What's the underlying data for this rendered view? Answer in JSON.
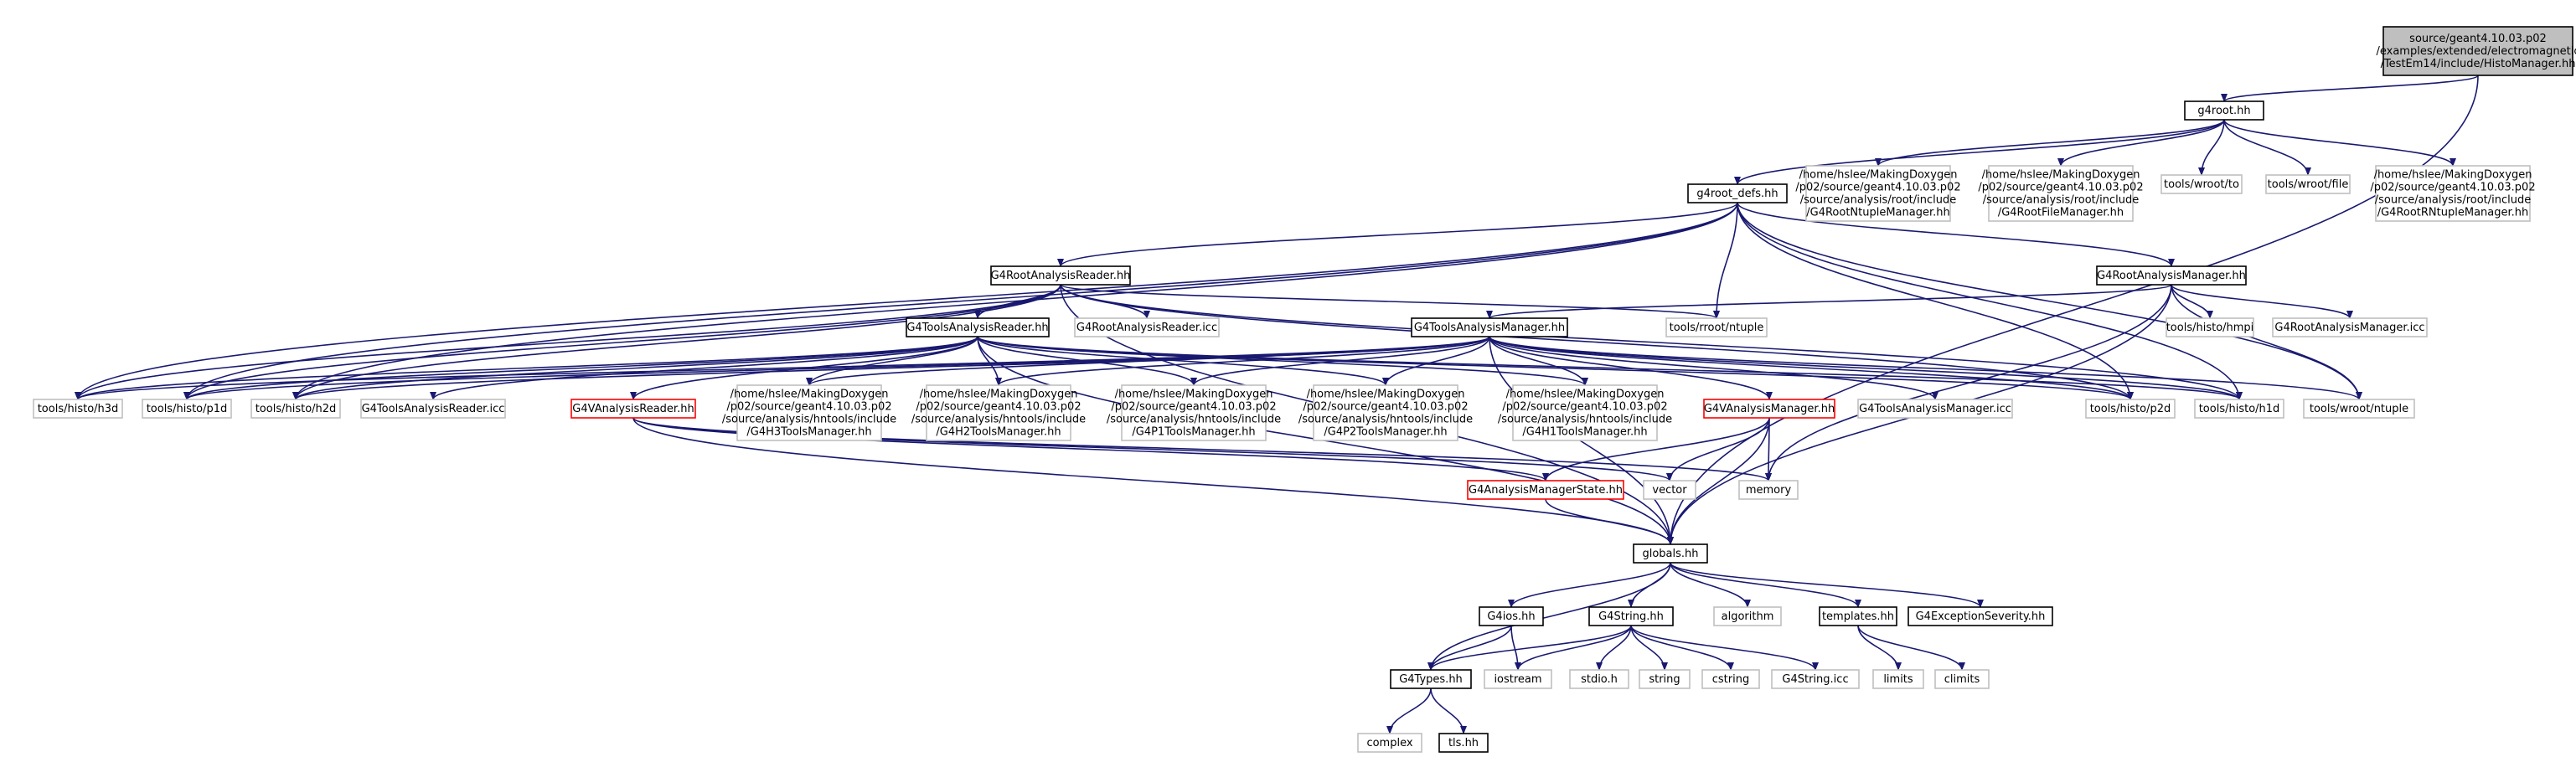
{
  "colors": {
    "edge": "#191970",
    "root_fill": "#bfbfbf",
    "documented_border": "#000000",
    "external_border": "#bfbfbf",
    "has_children_border": "#ff0000"
  },
  "nodes": [
    {
      "id": "root",
      "style": "root",
      "lines": [
        "source/geant4.10.03.p02",
        "/examples/extended/electromagnetic",
        "/TestEm14/include/HistoManager.hh"
      ]
    },
    {
      "id": "g4root",
      "style": "solid",
      "lines": [
        "g4root.hh"
      ]
    },
    {
      "id": "g4root_defs",
      "style": "solid",
      "lines": [
        "g4root_defs.hh"
      ]
    },
    {
      "id": "root_ntuple_mgr",
      "style": "gray",
      "lines": [
        "/home/hslee/MakingDoxygen",
        "/p02/source/geant4.10.03.p02",
        "/source/analysis/root/include",
        "/G4RootNtupleManager.hh"
      ]
    },
    {
      "id": "root_file_mgr",
      "style": "gray",
      "lines": [
        "/home/hslee/MakingDoxygen",
        "/p02/source/geant4.10.03.p02",
        "/source/analysis/root/include",
        "/G4RootFileManager.hh"
      ]
    },
    {
      "id": "wroot_to",
      "style": "gray",
      "lines": [
        "tools/wroot/to"
      ]
    },
    {
      "id": "wroot_file",
      "style": "gray",
      "lines": [
        "tools/wroot/file"
      ]
    },
    {
      "id": "root_rntuple_mgr",
      "style": "gray",
      "lines": [
        "/home/hslee/MakingDoxygen",
        "/p02/source/geant4.10.03.p02",
        "/source/analysis/root/include",
        "/G4RootRNtupleManager.hh"
      ]
    },
    {
      "id": "root_reader",
      "style": "solid",
      "lines": [
        "G4RootAnalysisReader.hh"
      ]
    },
    {
      "id": "root_manager",
      "style": "solid",
      "lines": [
        "G4RootAnalysisManager.hh"
      ]
    },
    {
      "id": "root_reader_icc",
      "style": "gray",
      "lines": [
        "G4RootAnalysisReader.icc"
      ]
    },
    {
      "id": "troot_ntuple",
      "style": "gray",
      "lines": [
        "tools/rroot/ntuple"
      ]
    },
    {
      "id": "histo_hmpi",
      "style": "gray",
      "lines": [
        "tools/histo/hmpi"
      ]
    },
    {
      "id": "root_manager_icc",
      "style": "gray",
      "lines": [
        "G4RootAnalysisManager.icc"
      ]
    },
    {
      "id": "tools_reader",
      "style": "solid",
      "lines": [
        "G4ToolsAnalysisReader.hh"
      ]
    },
    {
      "id": "tools_manager",
      "style": "solid",
      "lines": [
        "G4ToolsAnalysisManager.hh"
      ]
    },
    {
      "id": "h3d",
      "style": "gray",
      "lines": [
        "tools/histo/h3d"
      ]
    },
    {
      "id": "p1d",
      "style": "gray",
      "lines": [
        "tools/histo/p1d"
      ]
    },
    {
      "id": "h2d",
      "style": "gray",
      "lines": [
        "tools/histo/h2d"
      ]
    },
    {
      "id": "tools_reader_icc",
      "style": "gray",
      "lines": [
        "G4ToolsAnalysisReader.icc"
      ]
    },
    {
      "id": "v_reader",
      "style": "red",
      "lines": [
        "G4VAnalysisReader.hh"
      ]
    },
    {
      "id": "h3_mgr",
      "style": "gray",
      "lines": [
        "/home/hslee/MakingDoxygen",
        "/p02/source/geant4.10.03.p02",
        "/source/analysis/hntools/include",
        "/G4H3ToolsManager.hh"
      ]
    },
    {
      "id": "h2_mgr",
      "style": "gray",
      "lines": [
        "/home/hslee/MakingDoxygen",
        "/p02/source/geant4.10.03.p02",
        "/source/analysis/hntools/include",
        "/G4H2ToolsManager.hh"
      ]
    },
    {
      "id": "p1_mgr",
      "style": "gray",
      "lines": [
        "/home/hslee/MakingDoxygen",
        "/p02/source/geant4.10.03.p02",
        "/source/analysis/hntools/include",
        "/G4P1ToolsManager.hh"
      ]
    },
    {
      "id": "p2_mgr",
      "style": "gray",
      "lines": [
        "/home/hslee/MakingDoxygen",
        "/p02/source/geant4.10.03.p02",
        "/source/analysis/hntools/include",
        "/G4P2ToolsManager.hh"
      ]
    },
    {
      "id": "h1_mgr",
      "style": "gray",
      "lines": [
        "/home/hslee/MakingDoxygen",
        "/p02/source/geant4.10.03.p02",
        "/source/analysis/hntools/include",
        "/G4H1ToolsManager.hh"
      ]
    },
    {
      "id": "v_manager",
      "style": "red",
      "lines": [
        "G4VAnalysisManager.hh"
      ]
    },
    {
      "id": "tools_manager_icc",
      "style": "gray",
      "lines": [
        "G4ToolsAnalysisManager.icc"
      ]
    },
    {
      "id": "p2d",
      "style": "gray",
      "lines": [
        "tools/histo/p2d"
      ]
    },
    {
      "id": "h1d",
      "style": "gray",
      "lines": [
        "tools/histo/h1d"
      ]
    },
    {
      "id": "wroot_ntuple",
      "style": "gray",
      "lines": [
        "tools/wroot/ntuple"
      ]
    },
    {
      "id": "vector",
      "style": "gray",
      "lines": [
        "vector"
      ]
    },
    {
      "id": "memory",
      "style": "gray",
      "lines": [
        "memory"
      ]
    },
    {
      "id": "mgr_state",
      "style": "red",
      "lines": [
        "G4AnalysisManagerState.hh"
      ]
    },
    {
      "id": "globals",
      "style": "solid",
      "lines": [
        "globals.hh"
      ]
    },
    {
      "id": "g4ios",
      "style": "solid",
      "lines": [
        "G4ios.hh"
      ]
    },
    {
      "id": "g4string",
      "style": "solid",
      "lines": [
        "G4String.hh"
      ]
    },
    {
      "id": "algorithm",
      "style": "gray",
      "lines": [
        "algorithm"
      ]
    },
    {
      "id": "templates",
      "style": "solid",
      "lines": [
        "templates.hh"
      ]
    },
    {
      "id": "exc_sev",
      "style": "solid",
      "lines": [
        "G4ExceptionSeverity.hh"
      ]
    },
    {
      "id": "g4types",
      "style": "solid",
      "lines": [
        "G4Types.hh"
      ]
    },
    {
      "id": "iostream",
      "style": "gray",
      "lines": [
        "iostream"
      ]
    },
    {
      "id": "stdio",
      "style": "gray",
      "lines": [
        "stdio.h"
      ]
    },
    {
      "id": "string",
      "style": "gray",
      "lines": [
        "string"
      ]
    },
    {
      "id": "cstring",
      "style": "gray",
      "lines": [
        "cstring"
      ]
    },
    {
      "id": "g4string_icc",
      "style": "gray",
      "lines": [
        "G4String.icc"
      ]
    },
    {
      "id": "limits",
      "style": "gray",
      "lines": [
        "limits"
      ]
    },
    {
      "id": "climits",
      "style": "gray",
      "lines": [
        "climits"
      ]
    },
    {
      "id": "complex",
      "style": "gray",
      "lines": [
        "complex"
      ]
    },
    {
      "id": "tls",
      "style": "solid",
      "lines": [
        "tls.hh"
      ]
    }
  ],
  "edges": [
    [
      "root",
      "g4root"
    ],
    [
      "root",
      "globals"
    ],
    [
      "g4root",
      "g4root_defs"
    ],
    [
      "g4root",
      "root_ntuple_mgr"
    ],
    [
      "g4root",
      "root_file_mgr"
    ],
    [
      "g4root",
      "wroot_to"
    ],
    [
      "g4root",
      "wroot_file"
    ],
    [
      "g4root",
      "root_rntuple_mgr"
    ],
    [
      "g4root_defs",
      "root_reader"
    ],
    [
      "g4root_defs",
      "root_manager"
    ],
    [
      "g4root_defs",
      "troot_ntuple"
    ],
    [
      "g4root_defs",
      "h3d"
    ],
    [
      "g4root_defs",
      "p1d"
    ],
    [
      "g4root_defs",
      "h2d"
    ],
    [
      "g4root_defs",
      "p2d"
    ],
    [
      "g4root_defs",
      "h1d"
    ],
    [
      "g4root_defs",
      "wroot_ntuple"
    ],
    [
      "root_reader",
      "tools_reader"
    ],
    [
      "root_reader",
      "root_reader_icc"
    ],
    [
      "root_reader",
      "troot_ntuple"
    ],
    [
      "root_reader",
      "h3d"
    ],
    [
      "root_reader",
      "p1d"
    ],
    [
      "root_reader",
      "h2d"
    ],
    [
      "root_reader",
      "p2d"
    ],
    [
      "root_reader",
      "h1d"
    ],
    [
      "root_reader",
      "globals"
    ],
    [
      "root_manager",
      "tools_manager"
    ],
    [
      "root_manager",
      "histo_hmpi"
    ],
    [
      "root_manager",
      "root_manager_icc"
    ],
    [
      "root_manager",
      "wroot_ntuple"
    ],
    [
      "root_manager",
      "memory"
    ],
    [
      "root_manager",
      "globals"
    ],
    [
      "tools_reader",
      "v_reader"
    ],
    [
      "tools_reader",
      "h3_mgr"
    ],
    [
      "tools_reader",
      "h2_mgr"
    ],
    [
      "tools_reader",
      "p1_mgr"
    ],
    [
      "tools_reader",
      "p2_mgr"
    ],
    [
      "tools_reader",
      "h1_mgr"
    ],
    [
      "tools_reader",
      "tools_reader_icc"
    ],
    [
      "tools_reader",
      "h3d"
    ],
    [
      "tools_reader",
      "p1d"
    ],
    [
      "tools_reader",
      "h2d"
    ],
    [
      "tools_reader",
      "p2d"
    ],
    [
      "tools_reader",
      "h1d"
    ],
    [
      "tools_reader",
      "globals"
    ],
    [
      "tools_manager",
      "v_manager"
    ],
    [
      "tools_manager",
      "h3_mgr"
    ],
    [
      "tools_manager",
      "h2_mgr"
    ],
    [
      "tools_manager",
      "p1_mgr"
    ],
    [
      "tools_manager",
      "p2_mgr"
    ],
    [
      "tools_manager",
      "h1_mgr"
    ],
    [
      "tools_manager",
      "tools_manager_icc"
    ],
    [
      "tools_manager",
      "h3d"
    ],
    [
      "tools_manager",
      "p1d"
    ],
    [
      "tools_manager",
      "h2d"
    ],
    [
      "tools_manager",
      "p2d"
    ],
    [
      "tools_manager",
      "h1d"
    ],
    [
      "tools_manager",
      "wroot_ntuple"
    ],
    [
      "tools_manager",
      "globals"
    ],
    [
      "v_reader",
      "mgr_state"
    ],
    [
      "v_reader",
      "vector"
    ],
    [
      "v_reader",
      "memory"
    ],
    [
      "v_reader",
      "globals"
    ],
    [
      "v_manager",
      "mgr_state"
    ],
    [
      "v_manager",
      "vector"
    ],
    [
      "v_manager",
      "memory"
    ],
    [
      "v_manager",
      "globals"
    ],
    [
      "mgr_state",
      "globals"
    ],
    [
      "globals",
      "g4ios"
    ],
    [
      "globals",
      "g4string"
    ],
    [
      "globals",
      "algorithm"
    ],
    [
      "globals",
      "templates"
    ],
    [
      "globals",
      "exc_sev"
    ],
    [
      "globals",
      "g4types"
    ],
    [
      "g4ios",
      "g4types"
    ],
    [
      "g4ios",
      "iostream"
    ],
    [
      "g4string",
      "g4types"
    ],
    [
      "g4string",
      "iostream"
    ],
    [
      "g4string",
      "stdio"
    ],
    [
      "g4string",
      "string"
    ],
    [
      "g4string",
      "cstring"
    ],
    [
      "g4string",
      "g4string_icc"
    ],
    [
      "templates",
      "limits"
    ],
    [
      "templates",
      "climits"
    ],
    [
      "g4types",
      "complex"
    ],
    [
      "g4types",
      "tls"
    ]
  ]
}
